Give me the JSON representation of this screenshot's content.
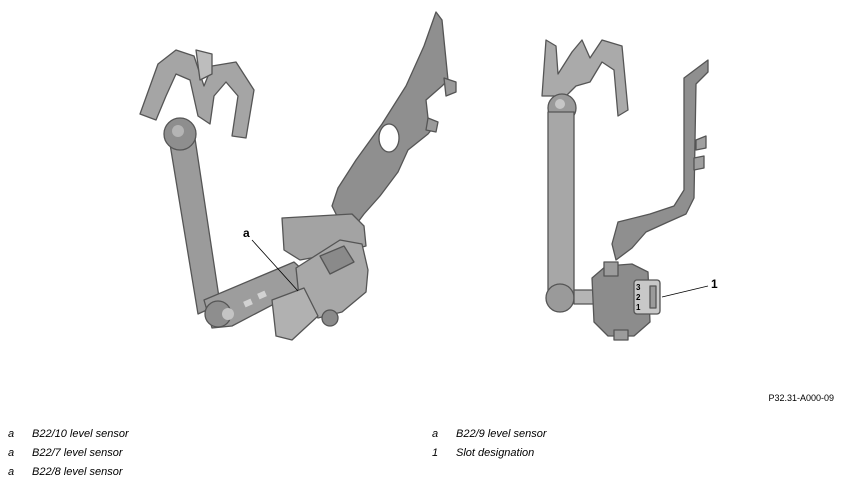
{
  "figure": {
    "ref": "P32.31-A000-09",
    "callouts": {
      "a": "a",
      "one": "1"
    },
    "slot_numbers": [
      "3",
      "2",
      "1"
    ]
  },
  "legend": {
    "left": [
      {
        "key": "a",
        "text": "B22/10 level sensor"
      },
      {
        "key": "a",
        "text": "B22/7 level sensor"
      },
      {
        "key": "a",
        "text": "B22/8 level sensor"
      }
    ],
    "right": [
      {
        "key": "a",
        "text": "B22/9 level sensor"
      },
      {
        "key": "1",
        "text": "Slot designation"
      }
    ]
  }
}
